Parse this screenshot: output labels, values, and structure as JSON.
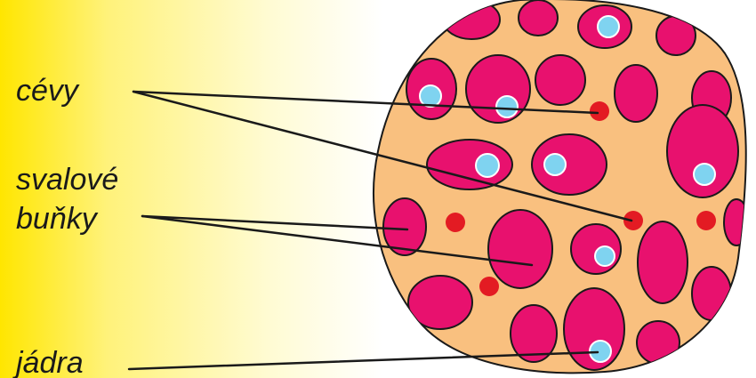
{
  "labels": {
    "vessels": "cévy",
    "muscle_cells_line1": "svalové",
    "muscle_cells_line2": "buňky",
    "nuclei": "jádra"
  },
  "colors": {
    "background_left": "#ffe600",
    "tissue": "#f9c07f",
    "cell": "#e8116e",
    "nucleus": "#7fd3f0",
    "vessel": "#e31b23",
    "outline": "#1a1a1a"
  }
}
